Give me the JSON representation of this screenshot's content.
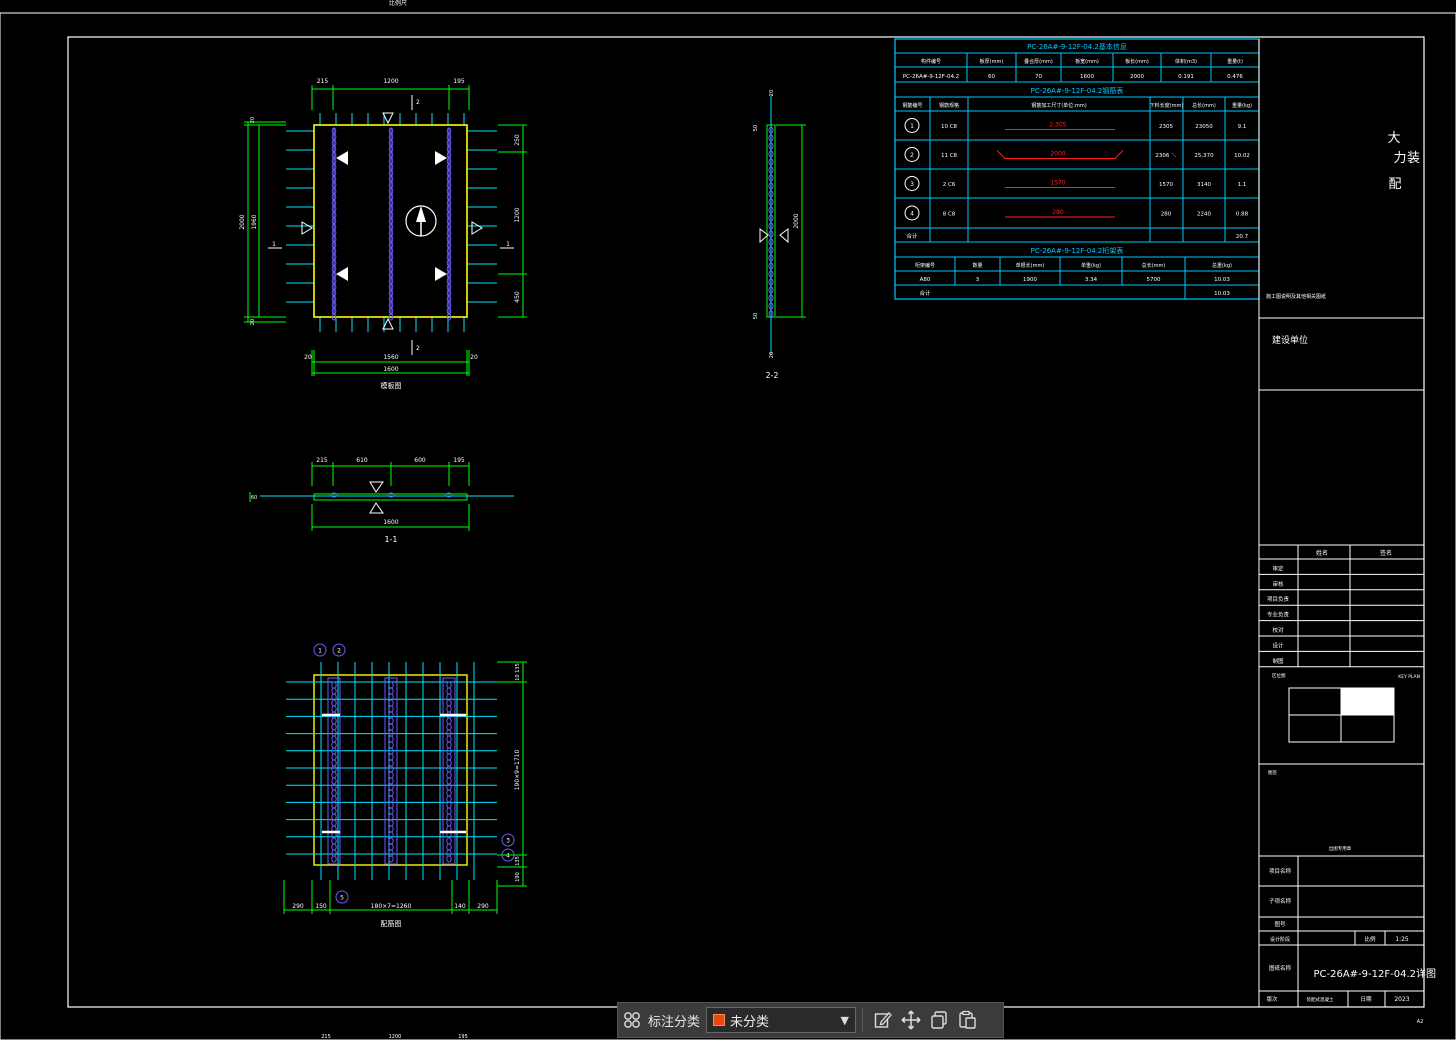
{
  "colors": {
    "frame": "#ffffff",
    "dim": "#00ff00",
    "rebar": "#00e5ff",
    "panel": "#ffff00",
    "truss": "#6b5bff",
    "red": "#ff2020",
    "table": "#00c8ff",
    "text": "#ffffff"
  },
  "top_mark": "比例尺",
  "plan": {
    "title": "模板图",
    "dims_top": [
      "215",
      "1200",
      "195"
    ],
    "dims_bottom": [
      "20",
      "1560",
      "20"
    ],
    "dim_bottom_total": "1600",
    "dims_right": [
      "250",
      "1200",
      "450"
    ],
    "dims_left": [
      "2000",
      "1960"
    ],
    "left_small": [
      "20",
      "20"
    ],
    "section_mark": "2",
    "section_mark2": "1"
  },
  "section11": {
    "title": "1-1",
    "dims": [
      "215",
      "610",
      "600",
      "195"
    ],
    "total": "1600",
    "left": "60"
  },
  "section22": {
    "title": "2-2",
    "dim": "2000",
    "top": "20",
    "bot": "20",
    "l1": "50",
    "l2": "50"
  },
  "rebar": {
    "title": "配筋图",
    "bottom": [
      "290",
      "150",
      "180×7=1260",
      "140",
      "290"
    ],
    "right": [
      "10 135",
      "190×9=1710",
      "135",
      "190"
    ],
    "tags": [
      "1",
      "2",
      "3",
      "4",
      "5"
    ]
  },
  "t1": {
    "title": "PC-26A#-9-12F-04.2基本信息",
    "headers": [
      "构件编号",
      "板厚(mm)",
      "叠合厚(mm)",
      "板宽(mm)",
      "板长(mm)",
      "体积(m3)",
      "重量(t)"
    ],
    "row": [
      "PC-26A#-9-12F-04.2",
      "60",
      "70",
      "1600",
      "2000",
      "0.191",
      "0.476"
    ]
  },
  "t2": {
    "title": "PC-26A#-9-12F-04.2钢筋表",
    "headers": [
      "钢筋编号",
      "钢筋规格",
      "钢筋加工尺寸(单位:mm)",
      "下料长度(mm)",
      "总长(mm)",
      "重量(kg)"
    ],
    "rows": [
      {
        "no": "1",
        "spec": "10 C8",
        "shape": "2,305",
        "len": "2305",
        "total": "23050",
        "wt": "9.1"
      },
      {
        "no": "2",
        "spec": "11 C8",
        "shape": "2000",
        "len": "2306 ＼",
        "total": "25,370",
        "wt": "10.02"
      },
      {
        "no": "3",
        "spec": "2 C6",
        "shape": "1570",
        "len": "1570",
        "total": "3140",
        "wt": "1.1"
      },
      {
        "no": "4",
        "spec": "8 C8",
        "shape": "280",
        "len": "280",
        "total": "2240",
        "wt": "0.88"
      }
    ],
    "sum_label": "合计",
    "sum": "20.7"
  },
  "t3": {
    "title": "PC-26A#-9-12F-04.2桁架表",
    "headers": [
      "桁架编号",
      "数量",
      "单根长(mm)",
      "单重(kg)",
      "总长(mm)",
      "总重(kg)"
    ],
    "row": [
      "A80",
      "3",
      "1900",
      "3.34",
      "5700",
      "10.03"
    ],
    "sum_label": "合计",
    "sum": "10.03"
  },
  "title_block": {
    "vertical": "大力装配",
    "note1": "施工图说明及其他相关图纸",
    "client": "建设单位",
    "head_a": "姓名",
    "head_b": "签名",
    "roles": [
      "审定",
      "审核",
      "项目负责",
      "专业负责",
      "校对",
      "设计",
      "制图"
    ],
    "key_left": "区位图",
    "key_right": "KEY PLAN",
    "stamp": "图签",
    "stamp2": "出图专用章",
    "proj": "项目名称",
    "sub": "子项名称",
    "no_label": "图号",
    "stage": "设计阶段",
    "scale_label": "比例",
    "scale": "1:25",
    "dname_label": "图纸名称",
    "dname": "PC-26A#-9-12F-04.2详图",
    "bot_a": "版次",
    "bot_b": "装配式混凝土",
    "bot_c": "日期",
    "year": "2023",
    "corner": "A2"
  },
  "toolbar": {
    "label": "标注分类",
    "value": "未分类"
  },
  "bottom_marks": [
    "215",
    "1200",
    "195"
  ]
}
